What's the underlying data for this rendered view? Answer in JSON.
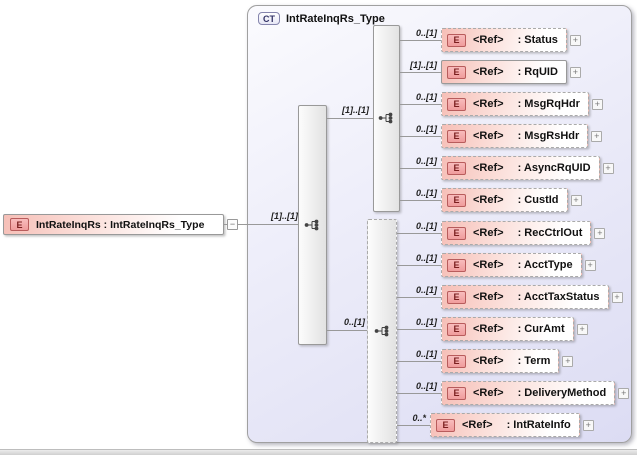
{
  "colors": {
    "element_fill": "#f6bfb7",
    "element_border": "#999999",
    "optional_border_style": "dashed",
    "badge_fill": "#f4a8a8",
    "badge_border": "#b85c5c",
    "badge_text": "#7a1f1f",
    "container_fill": "#e2e2f6",
    "container_border": "#a0a0a0",
    "ct_badge_text": "#333366",
    "connector": "#999999"
  },
  "diagram": {
    "root": {
      "badge": "E",
      "label": "IntRateInqRs : IntRateInqRs_Type",
      "cardinality": "[1]..[1]",
      "collapse_glyph": "−"
    },
    "complex_type": {
      "badge": "CT",
      "title": "IntRateInqRs_Type"
    },
    "expand_glyph": "+",
    "groups": [
      {
        "compositor": "sequence",
        "cardinality": "[1]..[1]",
        "optional": false,
        "elements": [
          {
            "badge": "E",
            "ref": "<Ref>",
            "name": ": Status",
            "cardinality": "0..[1]",
            "optional": true
          },
          {
            "badge": "E",
            "ref": "<Ref>",
            "name": ": RqUID",
            "cardinality": "[1]..[1]",
            "optional": false
          },
          {
            "badge": "E",
            "ref": "<Ref>",
            "name": ": MsgRqHdr",
            "cardinality": "0..[1]",
            "optional": true
          },
          {
            "badge": "E",
            "ref": "<Ref>",
            "name": ": MsgRsHdr",
            "cardinality": "0..[1]",
            "optional": true
          },
          {
            "badge": "E",
            "ref": "<Ref>",
            "name": ": AsyncRqUID",
            "cardinality": "0..[1]",
            "optional": true
          },
          {
            "badge": "E",
            "ref": "<Ref>",
            "name": ": CustId",
            "cardinality": "0..[1]",
            "optional": true
          }
        ]
      },
      {
        "compositor": "sequence",
        "cardinality": "0..[1]",
        "optional": true,
        "elements": [
          {
            "badge": "E",
            "ref": "<Ref>",
            "name": ": RecCtrlOut",
            "cardinality": "0..[1]",
            "optional": true
          },
          {
            "badge": "E",
            "ref": "<Ref>",
            "name": ": AcctType",
            "cardinality": "0..[1]",
            "optional": true
          },
          {
            "badge": "E",
            "ref": "<Ref>",
            "name": ": AcctTaxStatus",
            "cardinality": "0..[1]",
            "optional": true
          },
          {
            "badge": "E",
            "ref": "<Ref>",
            "name": ": CurAmt",
            "cardinality": "0..[1]",
            "optional": true
          },
          {
            "badge": "E",
            "ref": "<Ref>",
            "name": ": Term",
            "cardinality": "0..[1]",
            "optional": true
          },
          {
            "badge": "E",
            "ref": "<Ref>",
            "name": ": DeliveryMethod",
            "cardinality": "0..[1]",
            "optional": true
          },
          {
            "badge": "E",
            "ref": "<Ref>",
            "name": ": IntRateInfo",
            "cardinality": "0..*",
            "optional": true
          }
        ]
      }
    ]
  }
}
